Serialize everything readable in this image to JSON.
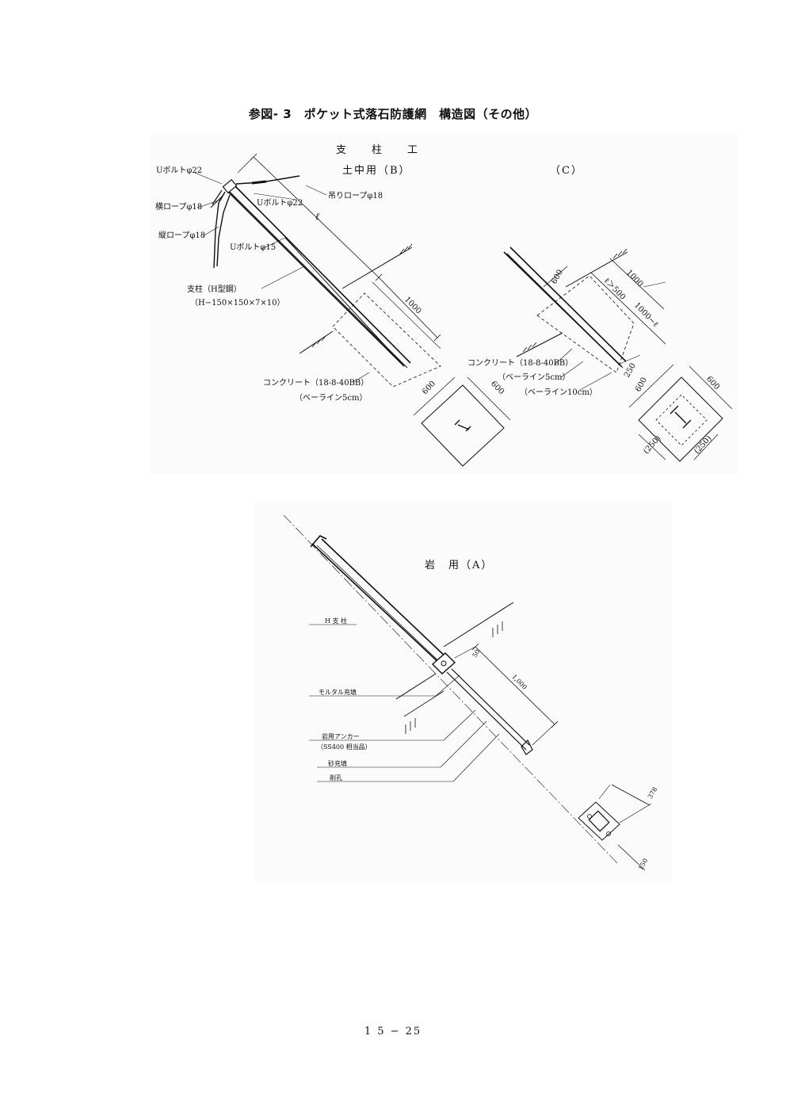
{
  "title": "参図- 3　ポケット式落石防護網　構造図（その他）",
  "page_number": "1 5 − 25",
  "top_figure": {
    "heading": "支　　柱　　工",
    "type_b_label": "土中用（B）",
    "type_c_label": "（C）",
    "labels": {
      "u_bolt_22_a": "Uボルトφ22",
      "yoko_rope": "横ロープφ18",
      "tate_rope": "縦ロープφ18",
      "u_bolt_22_b": "Uボルトφ22",
      "tsuri_rope": "吊りロープφ18",
      "u_bolt_15": "Uボルトφ15",
      "post_line1": "支柱（H型鋼）",
      "post_line2": "（H−150×150×7×10）",
      "ell": "ℓ",
      "concrete_b": "コンクリート（18-8-40BB）",
      "base_b": "（ベーライン5cm）",
      "concrete_c": "コンクリート（18-8-40BB）",
      "base_c1": "（ベーライン5cm）",
      "base_c2": "（ベーライン10cm）"
    },
    "dims": {
      "b_depth": "1000",
      "b_sq1": "600",
      "b_sq2": "600",
      "c_600": "600",
      "c_1000": "1000",
      "c_ell": "ℓ＞500",
      "c_1000_ell": "1000−ℓ",
      "c_250": "250",
      "c_sq1": "600",
      "c_sq2": "600",
      "c_250a": "(250)",
      "c_250b": "(250)"
    }
  },
  "bottom_figure": {
    "heading": "岩　用（A）",
    "labels": {
      "h_post": "H 支 柱",
      "mortar": "モルタル充填",
      "anchor_line1": "岩用アンカー",
      "anchor_line2": "（SS400 相当品）",
      "sand": "砂充填",
      "hole": "削孔"
    },
    "dims": {
      "d50": "50",
      "d1000": "1,000",
      "d378": "378",
      "d150": "150"
    }
  }
}
